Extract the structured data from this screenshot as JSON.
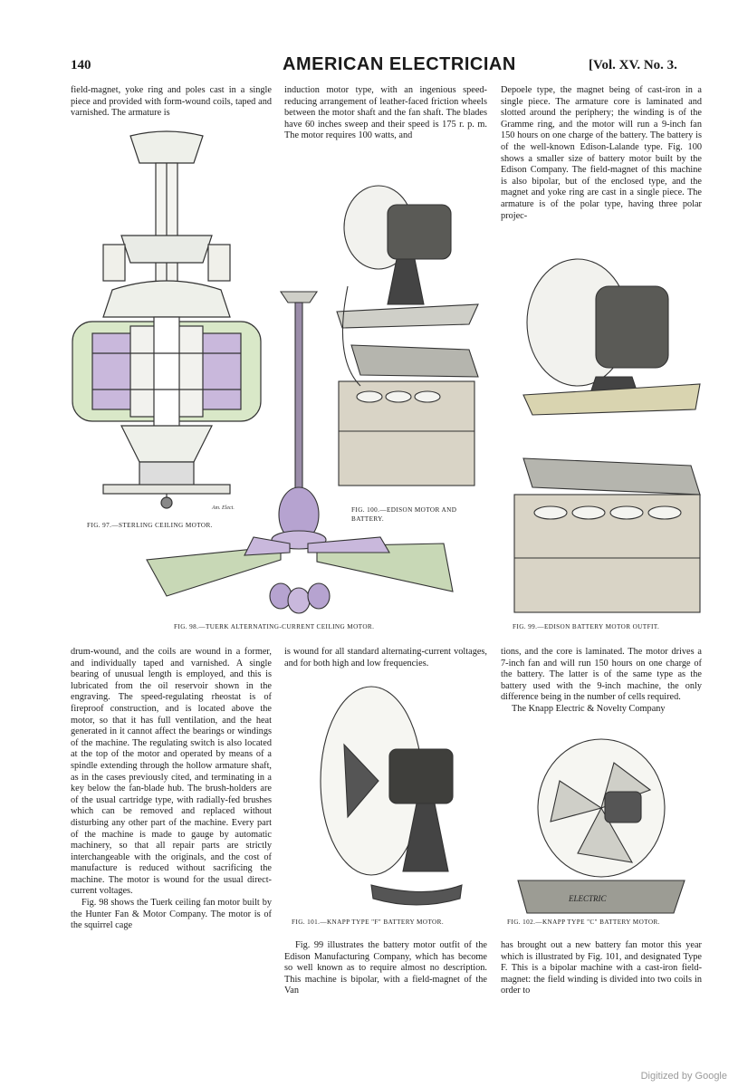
{
  "header": {
    "page_number": "140",
    "journal_title": "AMERICAN ELECTRICIAN",
    "volume": "[Vol. XV. No. 3."
  },
  "top": {
    "col1": "field-magnet, yoke ring and poles cast in a single piece and provided with form-wound coils, taped and varnished. The armature is",
    "col2": "induction motor type, with an ingenious speed-reducing arrangement of leather-faced friction wheels between the motor shaft and the fan shaft. The blades have 60 inches sweep and their speed is 175 r. p. m. The motor requires 100 watts, and",
    "col3": "Depoele type, the magnet being of cast-iron in a single piece. The armature core is laminated and slotted around the periphery; the winding is of the Gramme ring, and the motor will run a 9-inch fan 150 hours on one charge of the battery. The battery is of the well-known Edison-Lalande type. Fig. 100 shows a smaller size of battery motor built by the Edison Company. The field-magnet of this machine is also bipolar, but of the enclosed type, and the magnet and yoke ring are cast in a single piece. The armature is of the polar type, having three polar projec-"
  },
  "captions": {
    "fig97": "Fig. 97.—Sterling Ceiling Motor.",
    "fig97_mark": "Am. Elect.",
    "fig98": "Fig. 98.—Tuerk Alternating-Current Ceiling Motor.",
    "fig99": "Fig. 99.—Edison Battery Motor Outfit.",
    "fig100": "Fig. 100.—Edison Motor and Battery.",
    "fig101": "Fig. 101.—Knapp Type \"F\" Battery Motor.",
    "fig102": "Fig. 102.—Knapp Type \"C\" Battery Motor.",
    "fig102_stamp": "ELECTRIC"
  },
  "bottom": {
    "col1": [
      "drum-wound, and the coils are wound in a former, and individually taped and varnished. A single bearing of unusual length is employed, and this is lubricated from the oil reservoir shown in the engraving. The speed-regulating rheostat is of fireproof construction, and is located above the motor, so that it has full ventilation, and the heat generated in it cannot affect the bearings or windings of the machine. The regulating switch is also located at the top of the motor and operated by means of a spindle extending through the hollow armature shaft, as in the cases previously cited, and terminating in a key below the fan-blade hub. The brush-holders are of the usual cartridge type, with radially-fed brushes which can be removed and replaced without disturbing any other part of the machine. Every part of the machine is made to gauge by automatic machinery, so that all repair parts are strictly interchangeable with the originals, and the cost of manufacture is reduced without sacrificing the machine. The motor is wound for the usual direct-current voltages.",
      "Fig. 98 shows the Tuerk ceiling fan motor built by the Hunter Fan & Motor Company. The motor is of the squirrel cage"
    ],
    "col2_top": "is wound for all standard alternating-current voltages, and for both high and low frequencies.",
    "col2_bottom": "Fig. 99 illustrates the battery motor outfit of the Edison Manufacturing Company, which has become so well known as to require almost no description. This machine is bipolar, with a field-magnet of the Van",
    "col3_top": [
      "tions, and the core is laminated. The motor drives a 7-inch fan and will run 150 hours on one charge of the battery. The latter is of the same type as the battery used with the 9-inch machine, the only difference being in the number of cells required.",
      "The Knapp Electric & Novelty Company"
    ],
    "col3_bottom": "has brought out a new battery fan motor this year which is illustrated by Fig. 101, and designated Type F. This is a bipolar machine with a cast-iron field-magnet: the field winding is divided into two coils in order to"
  },
  "watermark": "Digitized by Google"
}
